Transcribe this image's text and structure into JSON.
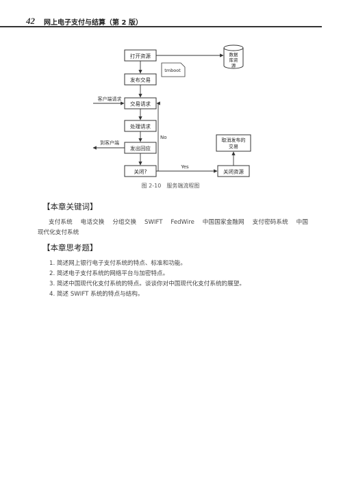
{
  "header": {
    "page_number": "42",
    "running_title": "网上电子支付与结算（第 2 版）"
  },
  "figure": {
    "nodes": {
      "open": "打开资源",
      "publish": "发布交易",
      "txreq": "交易请求",
      "process": "处理请求",
      "respond": "发出回应",
      "close_q": "关闭?",
      "close_res": "关闭资源",
      "cancel_line1": "取消发布的",
      "cancel_line2": "交易",
      "db_line1": "数据",
      "db_line2": "库资",
      "db_line3": "源"
    },
    "note": "tmboot",
    "labels": {
      "client_request": "客户端请求",
      "to_client": "到客户端",
      "no": "No",
      "yes": "Yes"
    },
    "caption": "图 2-10　服务端流程图"
  },
  "keywords": {
    "heading": "【本章关键词】",
    "items": [
      "支付系统",
      "电话交换",
      "分组交换",
      "SWIFT",
      "FedWire",
      "中国国家金融网",
      "支付密码系统",
      "中国现代化支付系统"
    ]
  },
  "questions": {
    "heading": "【本章思考题】",
    "items": [
      "1.  简述网上银行电子支付系统的特点、标准和功能。",
      "2.  简述电子支付系统的网络平台与加密特点。",
      "3.  简述中国现代化支付系统的特点。谈谈你对中国现代化支付系统的展望。",
      "4.  简述 SWIFT 系统的特点与结构。"
    ]
  }
}
